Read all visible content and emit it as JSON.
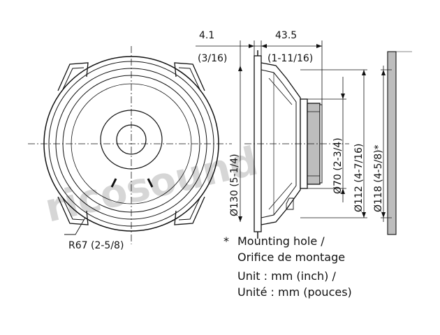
{
  "dimensions": {
    "depth_mm": "43.5",
    "depth_in": "(1-11/16)",
    "flange_mm": "4.1",
    "flange_in": "(3/16)",
    "d130": "Ø130 (5-1/4)",
    "d70": "Ø70 (2-3/4)",
    "d112": "Ø112 (4-7/16)",
    "d118": "Ø118 (4-5/8)*",
    "radius": "R67 (2-5/8)"
  },
  "notes": {
    "asterisk": "*",
    "mounting_en": "Mounting hole /",
    "mounting_fr": "Orifice de montage",
    "unit_en": "Unit : mm (inch) /",
    "unit_fr": "Unité : mm (pouces)"
  },
  "watermark": "ricosound"
}
